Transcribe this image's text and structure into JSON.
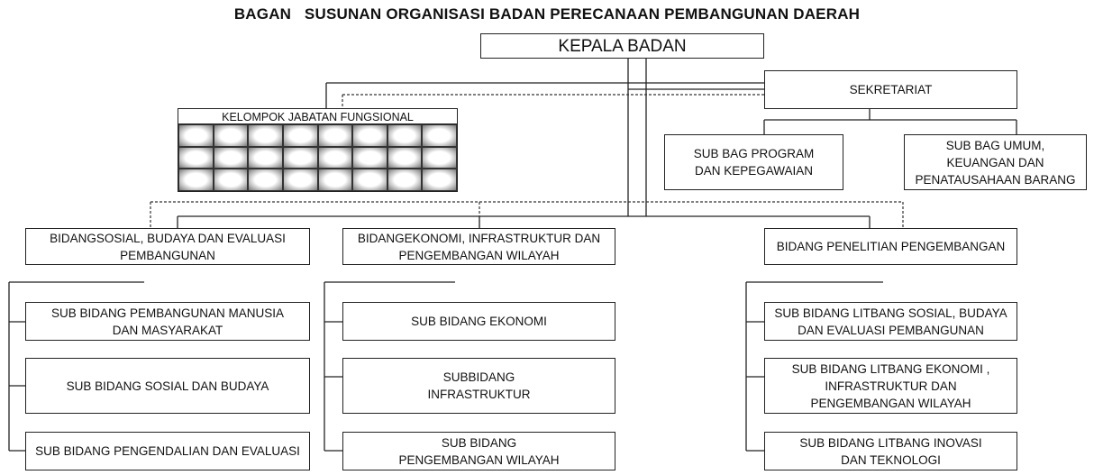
{
  "title": "BAGAN   SUSUNAN ORGANISASI BADAN PERECANAAN PEMBANGUNAN DAERAH",
  "nodes": {
    "kepala": "KEPALA BADAN",
    "sekretariat": "SEKRETARIAT",
    "kelompok": "KELOMPOK JABATAN FUNGSIONAL",
    "subbag_program": [
      "SUB BAG PROGRAM",
      "DAN KEPEGAWAIAN"
    ],
    "subbag_umum": [
      "SUB BAG UMUM,",
      "KEUANGAN DAN",
      "PENATAUSAHAAN BARANG"
    ],
    "bidang_sosial": [
      "BIDANGSOSIAL, BUDAYA DAN EVALUASI",
      "PEMBANGUNAN"
    ],
    "bidang_ekonomi": [
      "BIDANGEKONOMI, INFRASTRUKTUR DAN",
      "PENGEMBANGAN WILAYAH"
    ],
    "bidang_penelitian": [
      "BIDANG PENELITIAN PENGEMBANGAN"
    ],
    "sub_manusia": [
      "SUB BIDANG PEMBANGUNAN MANUSIA",
      "DAN MASYARAKAT"
    ],
    "sub_sosbud": [
      "SUB BIDANG SOSIAL DAN BUDAYA"
    ],
    "sub_pengendalian": [
      "SUB BIDANG PENGENDALIAN DAN EVALUASI"
    ],
    "sub_ekonomi": [
      "SUB BIDANG EKONOMI"
    ],
    "sub_infra": [
      "SUBBIDANG",
      "INFRASTRUKTUR"
    ],
    "sub_wilayah": [
      "SUB BIDANG",
      "PENGEMBANGAN WILAYAH"
    ],
    "lit_sosial": [
      "SUB BIDANG LITBANG SOSIAL, BUDAYA",
      "DAN EVALUASI PEMBANGUNAN"
    ],
    "lit_ekonomi": [
      "SUB BIDANG LITBANG  EKONOMI ,",
      "INFRASTRUKTUR DAN",
      "PENGEMBANGAN WILAYAH"
    ],
    "lit_inovasi": [
      "SUB BIDANG LITBANG INOVASI",
      "DAN TEKNOLOGI"
    ]
  }
}
